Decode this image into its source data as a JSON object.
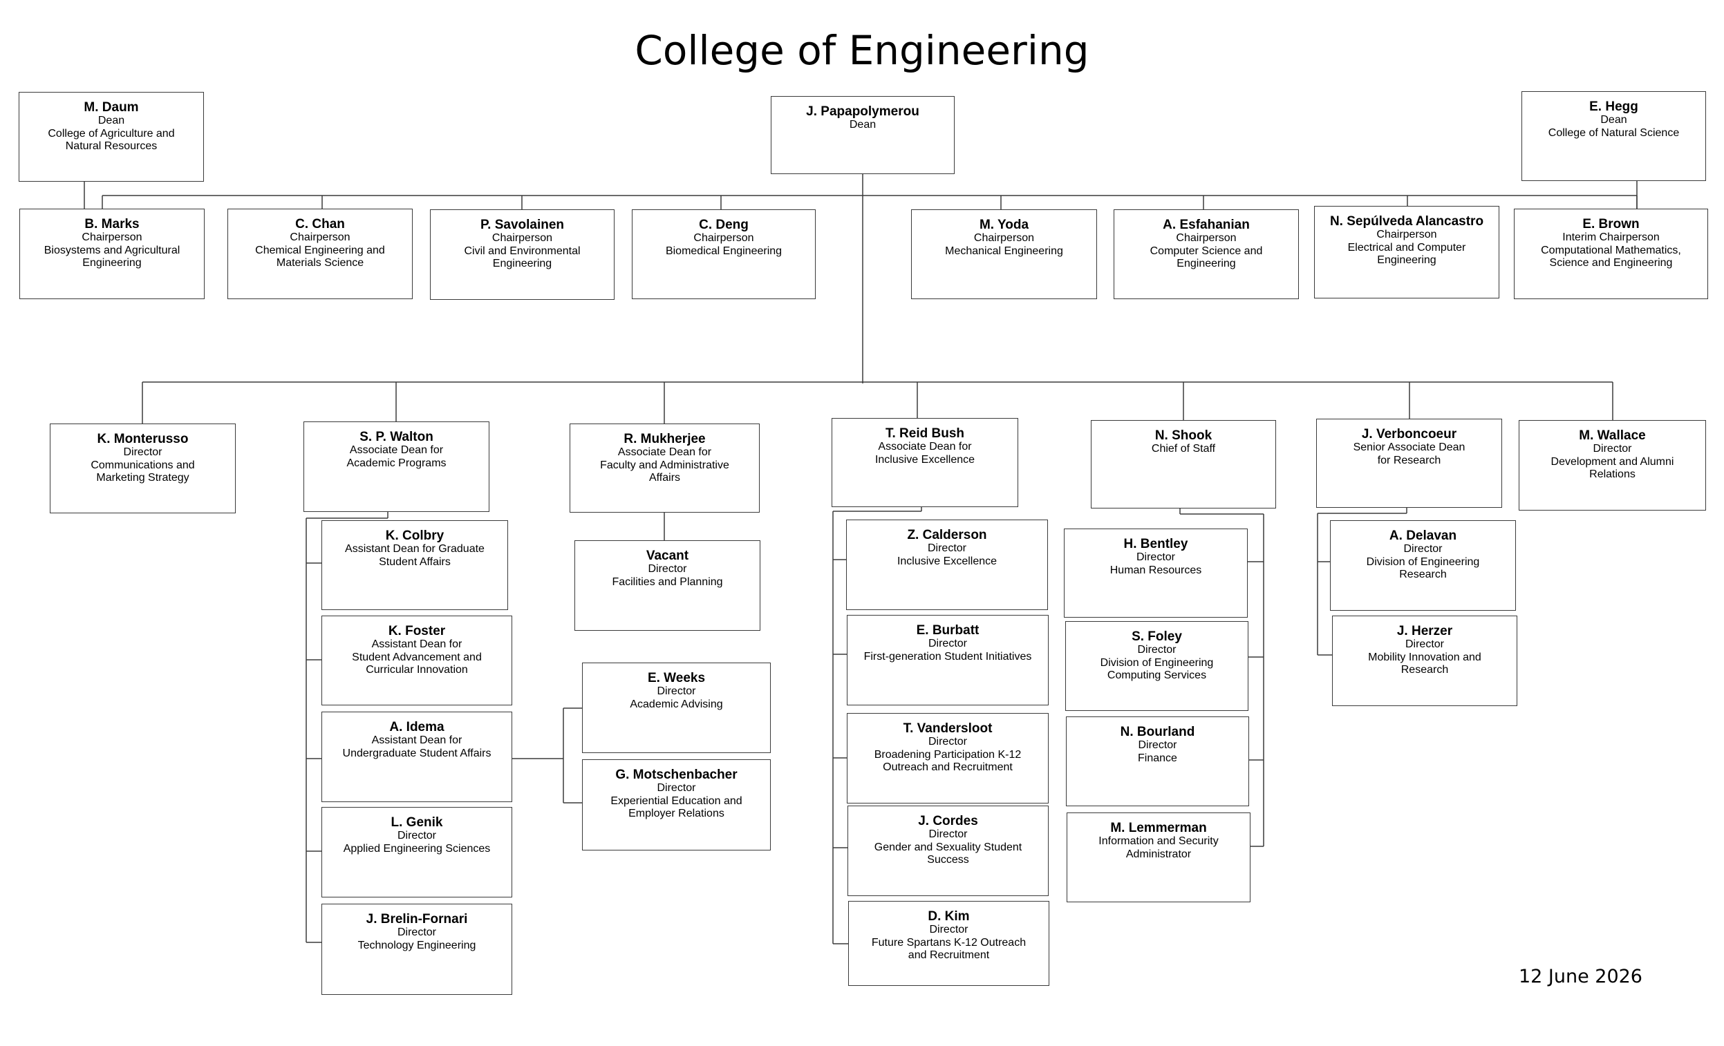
{
  "title": "College of Engineering",
  "date": "12 June 2026",
  "nodes": [
    {
      "id": "daum",
      "name": "M. Daum",
      "lines": [
        "Dean",
        "College of Agriculture and",
        "Natural Resources"
      ]
    },
    {
      "id": "papapolymerou",
      "name": "J. Papapolymerou",
      "lines": [
        "Dean"
      ]
    },
    {
      "id": "hegg",
      "name": "E. Hegg",
      "lines": [
        "Dean",
        "College of Natural Science"
      ]
    },
    {
      "id": "marks",
      "name": "B. Marks",
      "lines": [
        "Chairperson",
        "Biosystems and Agricultural",
        "Engineering"
      ]
    },
    {
      "id": "chan",
      "name": "C. Chan",
      "lines": [
        "Chairperson",
        "Chemical Engineering and",
        "Materials Science"
      ]
    },
    {
      "id": "savolainen",
      "name": "P. Savolainen",
      "lines": [
        "Chairperson",
        "Civil and Environmental",
        "Engineering"
      ]
    },
    {
      "id": "deng",
      "name": "C. Deng",
      "lines": [
        "Chairperson",
        "Biomedical Engineering"
      ]
    },
    {
      "id": "yoda",
      "name": "M. Yoda",
      "lines": [
        "Chairperson",
        "Mechanical Engineering"
      ]
    },
    {
      "id": "esfahanian",
      "name": "A. Esfahanian",
      "lines": [
        "Chairperson",
        "Computer Science and",
        "Engineering"
      ]
    },
    {
      "id": "sepulveda",
      "name": "N. Sepúlveda Alancastro",
      "lines": [
        "Chairperson",
        "Electrical and Computer",
        "Engineering"
      ]
    },
    {
      "id": "brown",
      "name": "E. Brown",
      "lines": [
        "Interim Chairperson",
        "Computational Mathematics,",
        "Science and Engineering"
      ]
    },
    {
      "id": "monterusso",
      "name": "K. Monterusso",
      "lines": [
        "Director",
        "Communications and",
        "Marketing Strategy"
      ]
    },
    {
      "id": "walton",
      "name": "S. P. Walton",
      "lines": [
        "Associate Dean for",
        "Academic Programs"
      ]
    },
    {
      "id": "mukherjee",
      "name": "R. Mukherjee",
      "lines": [
        "Associate Dean for",
        "Faculty and Administrative",
        "Affairs"
      ]
    },
    {
      "id": "reidbush",
      "name": "T. Reid Bush",
      "lines": [
        "Associate Dean for",
        "Inclusive Excellence"
      ]
    },
    {
      "id": "shook",
      "name": "N. Shook",
      "lines": [
        "Chief of Staff"
      ]
    },
    {
      "id": "verboncoeur",
      "name": "J. Verboncoeur",
      "lines": [
        "Senior Associate Dean",
        "for Research"
      ]
    },
    {
      "id": "wallace",
      "name": "M. Wallace",
      "lines": [
        "Director",
        "Development and Alumni",
        "Relations"
      ]
    },
    {
      "id": "colbry",
      "name": "K. Colbry",
      "lines": [
        "Assistant Dean for Graduate",
        "Student Affairs"
      ]
    },
    {
      "id": "foster",
      "name": "K. Foster",
      "lines": [
        "Assistant Dean for",
        "Student Advancement and",
        "Curricular Innovation"
      ]
    },
    {
      "id": "idema",
      "name": "A. Idema",
      "lines": [
        "Assistant Dean for",
        "Undergraduate Student Affairs"
      ]
    },
    {
      "id": "genik",
      "name": "L. Genik",
      "lines": [
        "Director",
        "Applied Engineering Sciences"
      ]
    },
    {
      "id": "brelin",
      "name": "J. Brelin-Fornari",
      "lines": [
        "Director",
        "Technology Engineering"
      ]
    },
    {
      "id": "vacant",
      "name": "Vacant",
      "lines": [
        "Director",
        "Facilities and Planning"
      ]
    },
    {
      "id": "weeks",
      "name": "E. Weeks",
      "lines": [
        "Director",
        "Academic Advising"
      ]
    },
    {
      "id": "motschenbacher",
      "name": "G. Motschenbacher",
      "lines": [
        "Director",
        "Experiential Education and",
        "Employer Relations"
      ]
    },
    {
      "id": "calderson",
      "name": "Z. Calderson",
      "lines": [
        "Director",
        "Inclusive Excellence"
      ]
    },
    {
      "id": "burbatt",
      "name": "E. Burbatt",
      "lines": [
        "Director",
        "First-generation Student Initiatives"
      ]
    },
    {
      "id": "vandersloot",
      "name": "T. Vandersloot",
      "lines": [
        "Director",
        "Broadening Participation K-12",
        "Outreach and Recruitment"
      ]
    },
    {
      "id": "cordes",
      "name": "J. Cordes",
      "lines": [
        "Director",
        "Gender and Sexuality Student",
        "Success"
      ]
    },
    {
      "id": "kim",
      "name": "D. Kim",
      "lines": [
        "Director",
        "Future Spartans K-12 Outreach",
        "and Recruitment"
      ]
    },
    {
      "id": "bentley",
      "name": "H. Bentley",
      "lines": [
        "Director",
        "Human Resources"
      ]
    },
    {
      "id": "foley",
      "name": "S. Foley",
      "lines": [
        "Director",
        "Division of Engineering",
        "Computing Services"
      ]
    },
    {
      "id": "bourland",
      "name": "N. Bourland",
      "lines": [
        "Director",
        "Finance"
      ]
    },
    {
      "id": "lemmerman",
      "name": "M. Lemmerman",
      "lines": [
        "Information and Security",
        "Administrator"
      ]
    },
    {
      "id": "delavan",
      "name": "A. Delavan",
      "lines": [
        "Director",
        "Division of Engineering",
        "Research"
      ]
    },
    {
      "id": "herzer",
      "name": "J. Herzer",
      "lines": [
        "Director",
        "Mobility Innovation and",
        "Research"
      ]
    }
  ]
}
